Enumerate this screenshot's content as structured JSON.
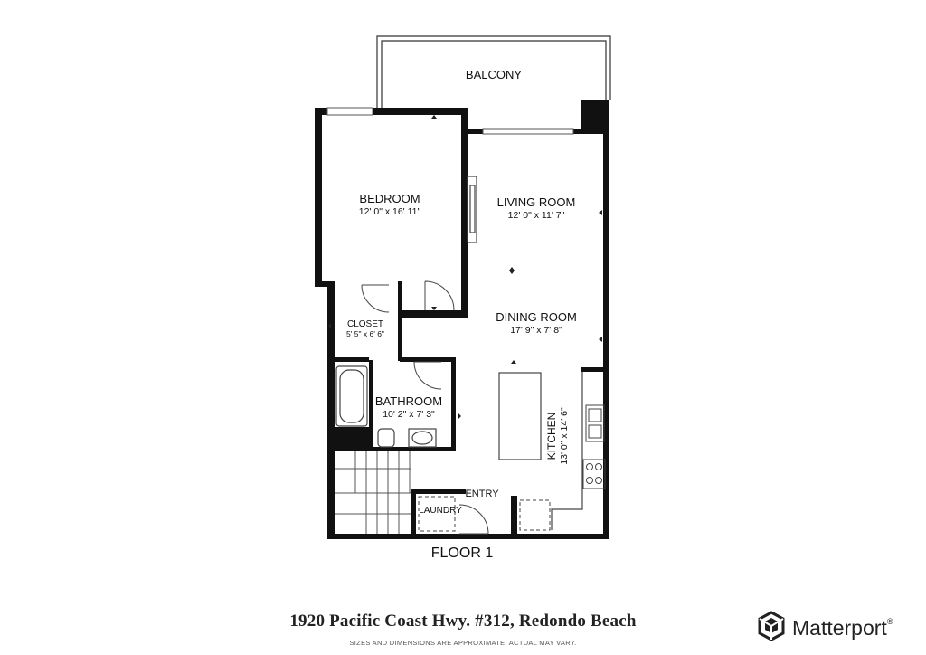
{
  "rooms": {
    "balcony": {
      "name": "BALCONY"
    },
    "bedroom": {
      "name": "BEDROOM",
      "dims": "12' 0\" x 16' 11\""
    },
    "living": {
      "name": "LIVING ROOM",
      "dims": "12' 0\" x 11' 7\""
    },
    "dining": {
      "name": "DINING ROOM",
      "dims": "17' 9\" x 7' 8\""
    },
    "closet": {
      "name": "CLOSET",
      "dims": "5' 5\" x 6' 6\""
    },
    "bathroom": {
      "name": "BATHROOM",
      "dims": "10' 2\" x 7' 3\""
    },
    "kitchen": {
      "name": "KITCHEN",
      "dims": "13' 0\" x 14' 6\""
    },
    "entry": {
      "name": "ENTRY"
    },
    "laundry": {
      "name": "LAUNDRY"
    }
  },
  "floor_label": "FLOOR 1",
  "footer": {
    "address": "1920 Pacific Coast Hwy. #312, Redondo Beach",
    "disclaimer": "SIZES AND DIMENSIONS ARE APPROXIMATE, ACTUAL MAY VARY.",
    "brand": "Matterport",
    "brand_mark": "®",
    "logo_icon": "matterport-logo-icon"
  }
}
